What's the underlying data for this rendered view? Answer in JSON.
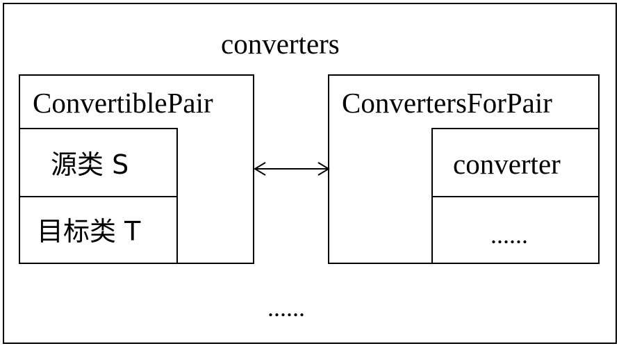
{
  "container": {
    "label": "converters",
    "ellipsis": "......"
  },
  "left_box": {
    "title": "ConvertiblePair",
    "source_label": "源类 S",
    "target_label": "目标类 T"
  },
  "right_box": {
    "title": "ConvertersForPair",
    "item_label": "converter",
    "more_label": "......"
  },
  "relation": {
    "style": "bidirectional-arrow"
  },
  "colors": {
    "stroke": "#000000",
    "background": "#ffffff"
  }
}
